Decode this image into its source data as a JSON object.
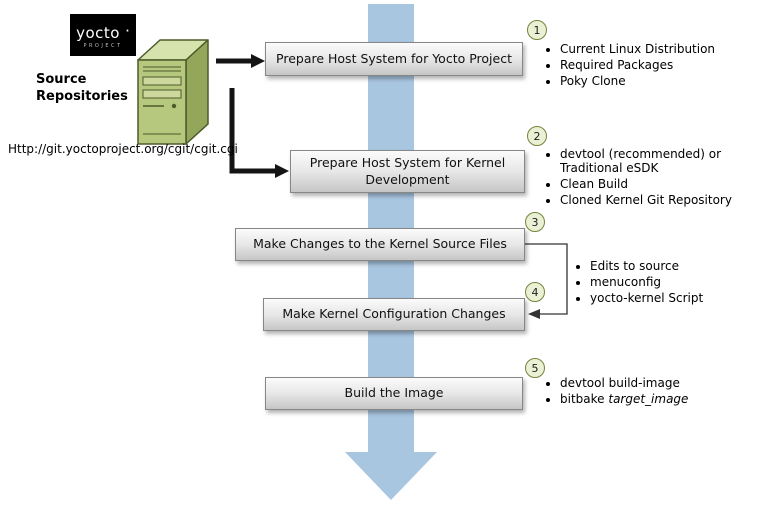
{
  "logo": {
    "brand": "yocto",
    "dot": "·",
    "project": "PROJECT"
  },
  "source": {
    "title_line1": "Source",
    "title_line2": "Repositories",
    "url": "Http://git.yoctoproject.org/cgit/cgit.cgi"
  },
  "steps": [
    {
      "num": "1",
      "label": "Prepare Host System for Yocto Project",
      "bullets": [
        "Current Linux Distribution",
        "Required Packages",
        "Poky Clone"
      ]
    },
    {
      "num": "2",
      "label": "Prepare Host System for Kernel Development",
      "bullets": [
        "devtool (recommended) or Traditional eSDK",
        "Clean Build",
        "Cloned Kernel Git Repository"
      ]
    },
    {
      "num": "3",
      "label": "Make Changes to the Kernel Source Files"
    },
    {
      "num": "4",
      "label": "Make Kernel Configuration Changes"
    },
    {
      "num": "5",
      "label": "Build the Image",
      "bullets": [
        "devtool build-image"
      ],
      "bullet_code_prefix": "bitbake",
      "bullet_code_italic": "target_image"
    }
  ],
  "shared_bullets": [
    "Edits to source",
    "menuconfig",
    "yocto-kernel Script"
  ],
  "colors": {
    "flow_arrow": "#a9c6e1",
    "connector_black": "#141414",
    "circle_fill": "#eaf0d4",
    "circle_border": "#74843e",
    "server_front": "#b5c87d",
    "server_top": "#d7e3ac",
    "server_side": "#93a75b"
  }
}
